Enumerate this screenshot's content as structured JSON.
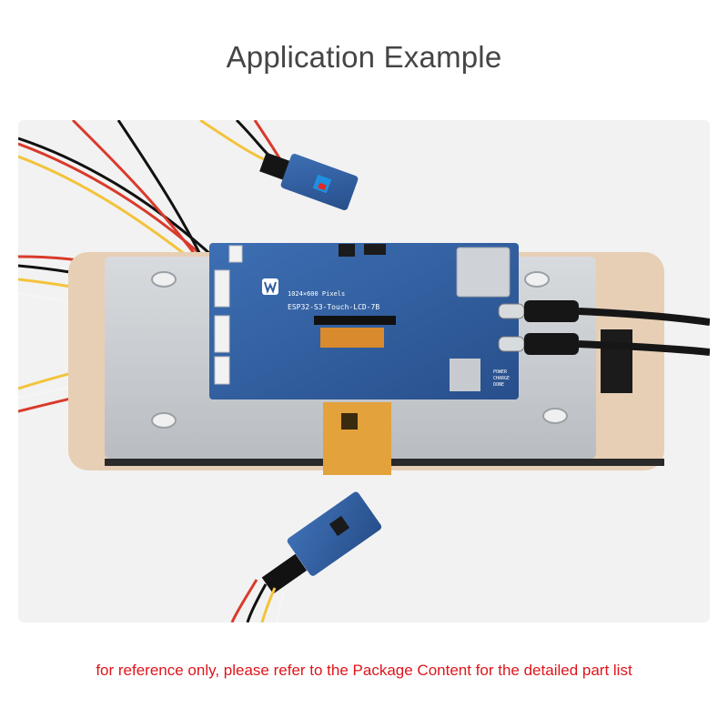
{
  "heading": {
    "title": "Application Example"
  },
  "board": {
    "resolution_label": "1024×600 Pixels",
    "model_label": "ESP32-S3-Touch-LCD-7B",
    "power_label": "POWER",
    "charge_label": "CHARGE",
    "done_label": "DONE"
  },
  "footer": {
    "note": "for reference only, please refer to the Package Content for the detailed part list"
  },
  "colors": {
    "title": "#454545",
    "note": "#e0151b",
    "pcb_blue": "#2f5d9e",
    "fpc_orange": "#e3a23c",
    "acrylic_beige": "#e7cfb6",
    "metal_panel": "#c9ccd0"
  },
  "icons": [
    "waveshare-logo-icon",
    "usb-c-connector-icon"
  ]
}
